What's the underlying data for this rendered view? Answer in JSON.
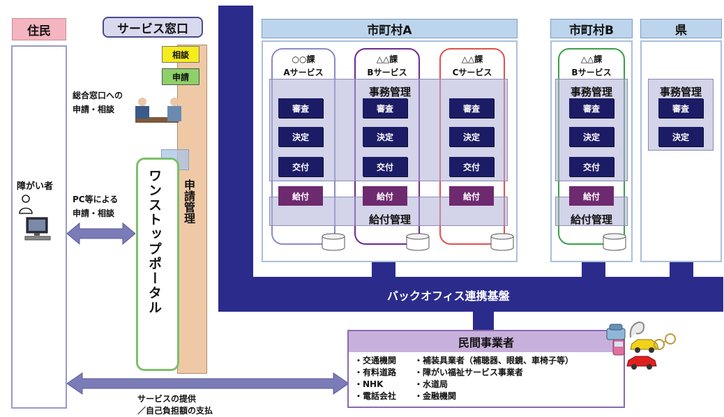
{
  "residents": {
    "label": "住民",
    "person": "障がい者"
  },
  "window": {
    "label": "サービス窓口",
    "consult": "相談",
    "apply": "申請",
    "apply_mgmt": "申請管理"
  },
  "notes": {
    "counter": "総合窓口への\n申請・相談",
    "pc": "PC等による\n申請・相談",
    "service": "サービスの提供\n／自己負担額の支払"
  },
  "portal": {
    "label": "ワンストップポータル"
  },
  "municipality_a": {
    "label": "市町村A",
    "depts": [
      {
        "name": "○○課",
        "service": "Aサービス"
      },
      {
        "name": "△△課",
        "service": "Bサービス"
      },
      {
        "name": "△△課",
        "service": "Cサービス"
      }
    ]
  },
  "municipality_b": {
    "label": "市町村B",
    "depts": [
      {
        "name": "△△課",
        "service": "Bサービス"
      }
    ]
  },
  "prefecture": {
    "label": "県"
  },
  "process": {
    "office_mgmt": "事務管理",
    "review": "審査",
    "decision": "決定",
    "issue": "交付",
    "benefit": "給付",
    "benefit_mgmt": "給付管理"
  },
  "backoffice": {
    "label": "バックオフィス連携基盤"
  },
  "private": {
    "label": "民間事業者",
    "rows": [
      [
        "・交通機関",
        "・補装具業者（補聴器、眼鏡、車椅子等）"
      ],
      [
        "・有料道路",
        "・障がい福祉サービス事業者"
      ],
      [
        "・NHK",
        "・水道局"
      ],
      [
        "・電話会社",
        "・金融機関"
      ]
    ]
  },
  "colors": {
    "navy": "#1c1c66",
    "backbone": "#2b2b8c",
    "portal_green": "#7cc06a",
    "pink": "#f4b4c0",
    "purple": "#6e2a6e"
  }
}
